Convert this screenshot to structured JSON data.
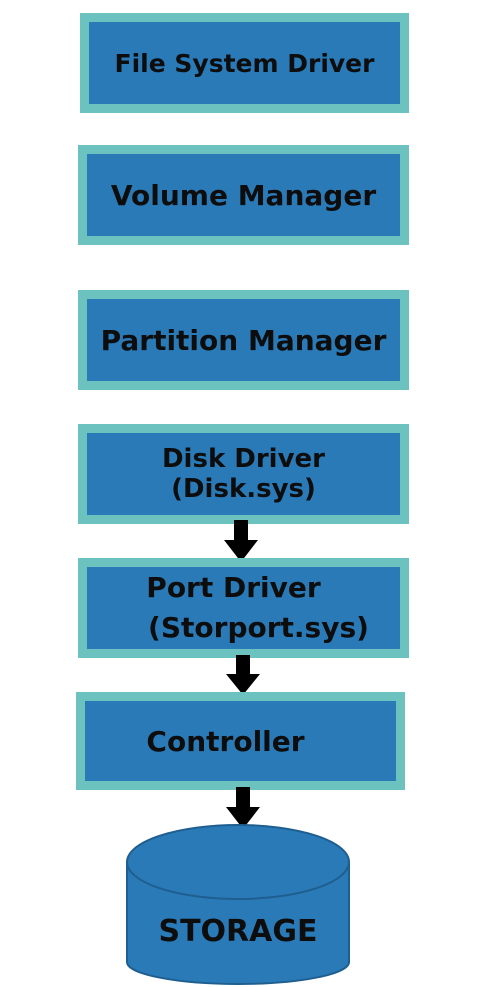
{
  "diagram": {
    "layers": [
      {
        "id": "file-system-driver",
        "label": "File System Driver"
      },
      {
        "id": "volume-manager",
        "label": "Volume Manager"
      },
      {
        "id": "partition-manager",
        "label": "Partition Manager"
      },
      {
        "id": "disk-driver",
        "label": "Disk Driver (Disk.sys)"
      },
      {
        "id": "port-driver",
        "label_line1": "Port Driver",
        "label_line2": "(Storport.sys)"
      },
      {
        "id": "controller",
        "label": "Controller"
      }
    ],
    "storage": {
      "label": "STORAGE"
    },
    "colors": {
      "box_fill": "#2a7ab8",
      "box_border": "#6cc2be",
      "arrow": "#000000",
      "text": "#0d0d0d"
    }
  }
}
